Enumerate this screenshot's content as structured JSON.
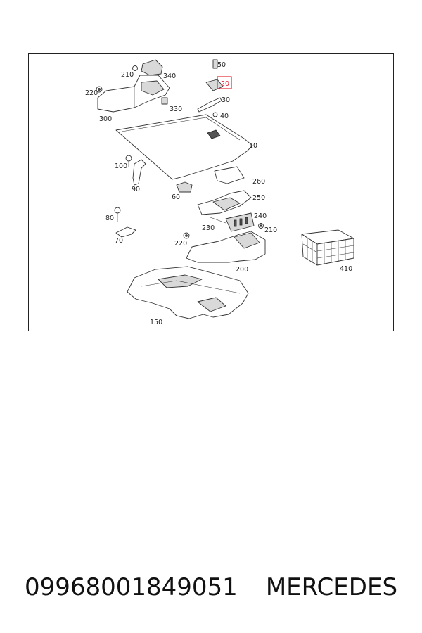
{
  "diagram": {
    "callouts": [
      {
        "id": "c50",
        "label": "50"
      },
      {
        "id": "c20",
        "label": "20"
      },
      {
        "id": "c30",
        "label": "30"
      },
      {
        "id": "c40",
        "label": "40"
      },
      {
        "id": "c210a",
        "label": "210"
      },
      {
        "id": "c340",
        "label": "340"
      },
      {
        "id": "c220a",
        "label": "220"
      },
      {
        "id": "c330",
        "label": "330"
      },
      {
        "id": "c300",
        "label": "300"
      },
      {
        "id": "c10",
        "label": "10"
      },
      {
        "id": "c100",
        "label": "100"
      },
      {
        "id": "c90",
        "label": "90"
      },
      {
        "id": "c60",
        "label": "60"
      },
      {
        "id": "c260",
        "label": "260"
      },
      {
        "id": "c250",
        "label": "250"
      },
      {
        "id": "c80",
        "label": "80"
      },
      {
        "id": "c70",
        "label": "70"
      },
      {
        "id": "c240",
        "label": "240"
      },
      {
        "id": "c230",
        "label": "230"
      },
      {
        "id": "c210b",
        "label": "210"
      },
      {
        "id": "c220b",
        "label": "220"
      },
      {
        "id": "c200",
        "label": "200"
      },
      {
        "id": "c410",
        "label": "410"
      },
      {
        "id": "c150",
        "label": "150"
      }
    ],
    "highlighted_callout": "20",
    "highlight_color": "#e0283a"
  },
  "caption": {
    "part_number": "09968001849051",
    "brand": "MERCEDES"
  }
}
